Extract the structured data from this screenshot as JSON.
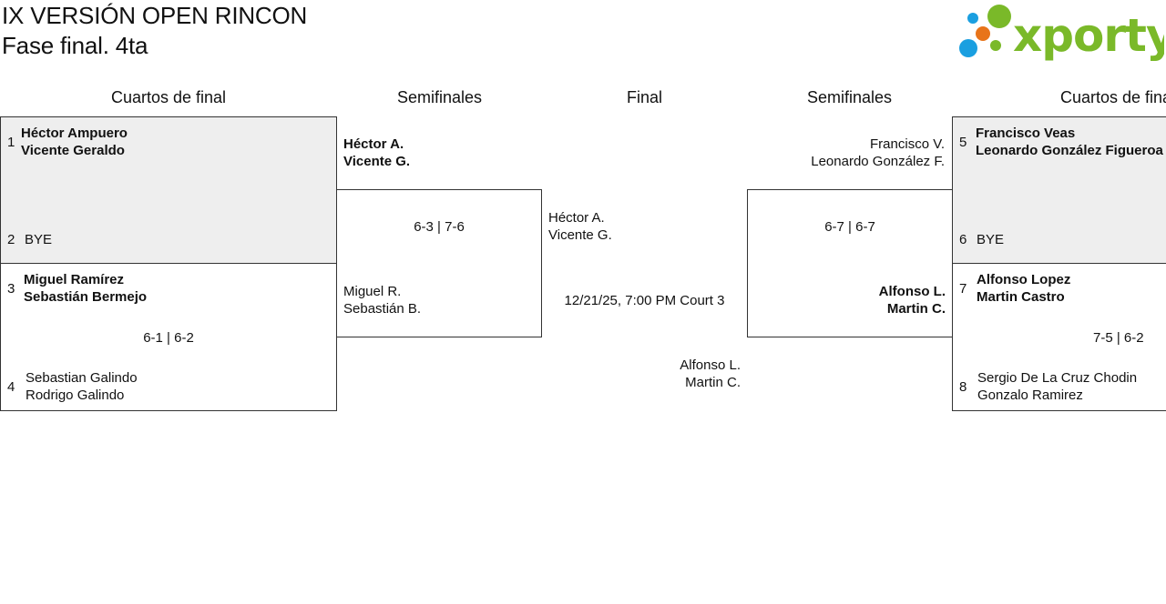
{
  "header": {
    "title": "IX VERSIÓN OPEN RINCON",
    "subtitle": "Fase final. 4ta",
    "logo_text": "xporty"
  },
  "colors": {
    "logo_green": "#7ab929",
    "logo_blue": "#1a9fe0",
    "logo_orange": "#e8741a",
    "box_gray": "#eeeeee",
    "border": "#333333"
  },
  "columns": {
    "left_quarter": "Cuartos de final",
    "left_semi": "Semifinales",
    "final": "Final",
    "right_semi": "Semifinales",
    "right_quarter": "Cuartos de final"
  },
  "quarters_left": [
    {
      "team_a": {
        "seed": "1",
        "p1": "Héctor Ampuero",
        "p2": "Vicente Geraldo"
      },
      "team_b": {
        "seed": "2",
        "p1": "BYE",
        "p2": ""
      },
      "score": ""
    },
    {
      "team_a": {
        "seed": "3",
        "p1": "Miguel Ramírez",
        "p2": "Sebastián Bermejo"
      },
      "team_b": {
        "seed": "4",
        "p1": "Sebastian Galindo",
        "p2": "Rodrigo Galindo"
      },
      "score": "6-1 | 6-2"
    }
  ],
  "quarters_right": [
    {
      "team_a": {
        "seed": "5",
        "p1": "Francisco Veas",
        "p2": "Leonardo González Figueroa"
      },
      "team_b": {
        "seed": "6",
        "p1": "BYE",
        "p2": ""
      },
      "score": ""
    },
    {
      "team_a": {
        "seed": "7",
        "p1": "Alfonso Lopez",
        "p2": "Martin Castro"
      },
      "team_b": {
        "seed": "8",
        "p1": "Sergio De La Cruz Chodin",
        "p2": "Gonzalo Ramirez"
      },
      "score": "7-5 | 6-2"
    }
  ],
  "semi_left": {
    "team_a": {
      "p1": "Héctor A.",
      "p2": "Vicente G."
    },
    "team_b": {
      "p1": "Miguel R.",
      "p2": "Sebastián B."
    },
    "score": "6-3 | 7-6"
  },
  "semi_right": {
    "team_a": {
      "p1": "Francisco V.",
      "p2": "Leonardo González F."
    },
    "team_b": {
      "p1": "Alfonso L.",
      "p2": "Martin C."
    },
    "score": "6-7 | 6-7"
  },
  "final": {
    "team_a": {
      "p1": "Héctor A.",
      "p2": "Vicente G."
    },
    "team_b": {
      "p1": "Alfonso L.",
      "p2": "Martin C."
    },
    "schedule": "12/21/25, 7:00 PM Court 3"
  }
}
